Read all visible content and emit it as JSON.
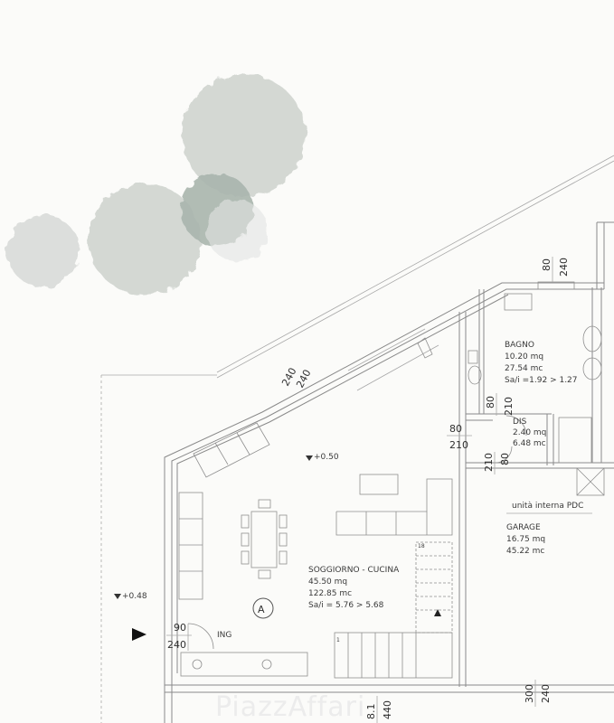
{
  "rooms": {
    "bagno": {
      "name": "BAGNO",
      "area": "10.20 mq",
      "volume": "27.54 mc",
      "ratio": "Sa/i =1.92 > 1.27"
    },
    "dis": {
      "name": "DIS",
      "area": "2.40 mq",
      "volume": "6.48 mc"
    },
    "garage": {
      "name": "GARAGE",
      "area": "16.75 mq",
      "volume": "45.22 mc"
    },
    "soggiorno": {
      "name": "SOGGIORNO - CUCINA",
      "area": "45.50 mq",
      "volume": "122.85 mc",
      "ratio": "Sa/i = 5.76 > 5.68"
    }
  },
  "labels": {
    "pdc": "unità interna PDC",
    "ing": "ING",
    "unit": "A",
    "level_inside": "+0.50",
    "level_outside": "+0.48",
    "stair_top": "18",
    "stair_bottom": "1"
  },
  "dimensions": {
    "top_window_w": "80",
    "top_window_h": "240",
    "diag_window_w": "240",
    "diag_window_h": "240",
    "door_main_w": "80",
    "door_main_h": "210",
    "bath_door_w": "80",
    "bath_door_h": "210",
    "dis_door_w": "80",
    "dis_door_h": "210",
    "entry_w": "90",
    "entry_h": "240",
    "garage_w": "300",
    "garage_h": "240",
    "bottom_w": "8.1",
    "bottom_h": "440"
  },
  "watermark": "PiazzAffari"
}
